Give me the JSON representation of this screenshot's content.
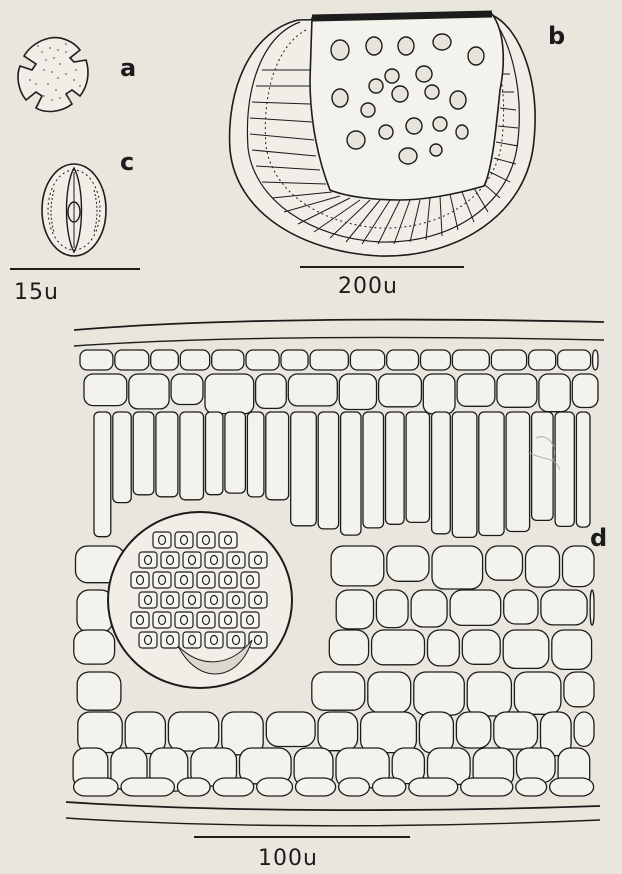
{
  "plate": {
    "panels": {
      "a": "a",
      "b": "b",
      "c": "c",
      "d": "d"
    },
    "scale_bars": {
      "small": "15u",
      "medium": "200u",
      "large": "100u"
    },
    "colors": {
      "paper": "#e9e6de",
      "ink": "#1c1c1c",
      "stipple": "#6a6a6a"
    }
  }
}
